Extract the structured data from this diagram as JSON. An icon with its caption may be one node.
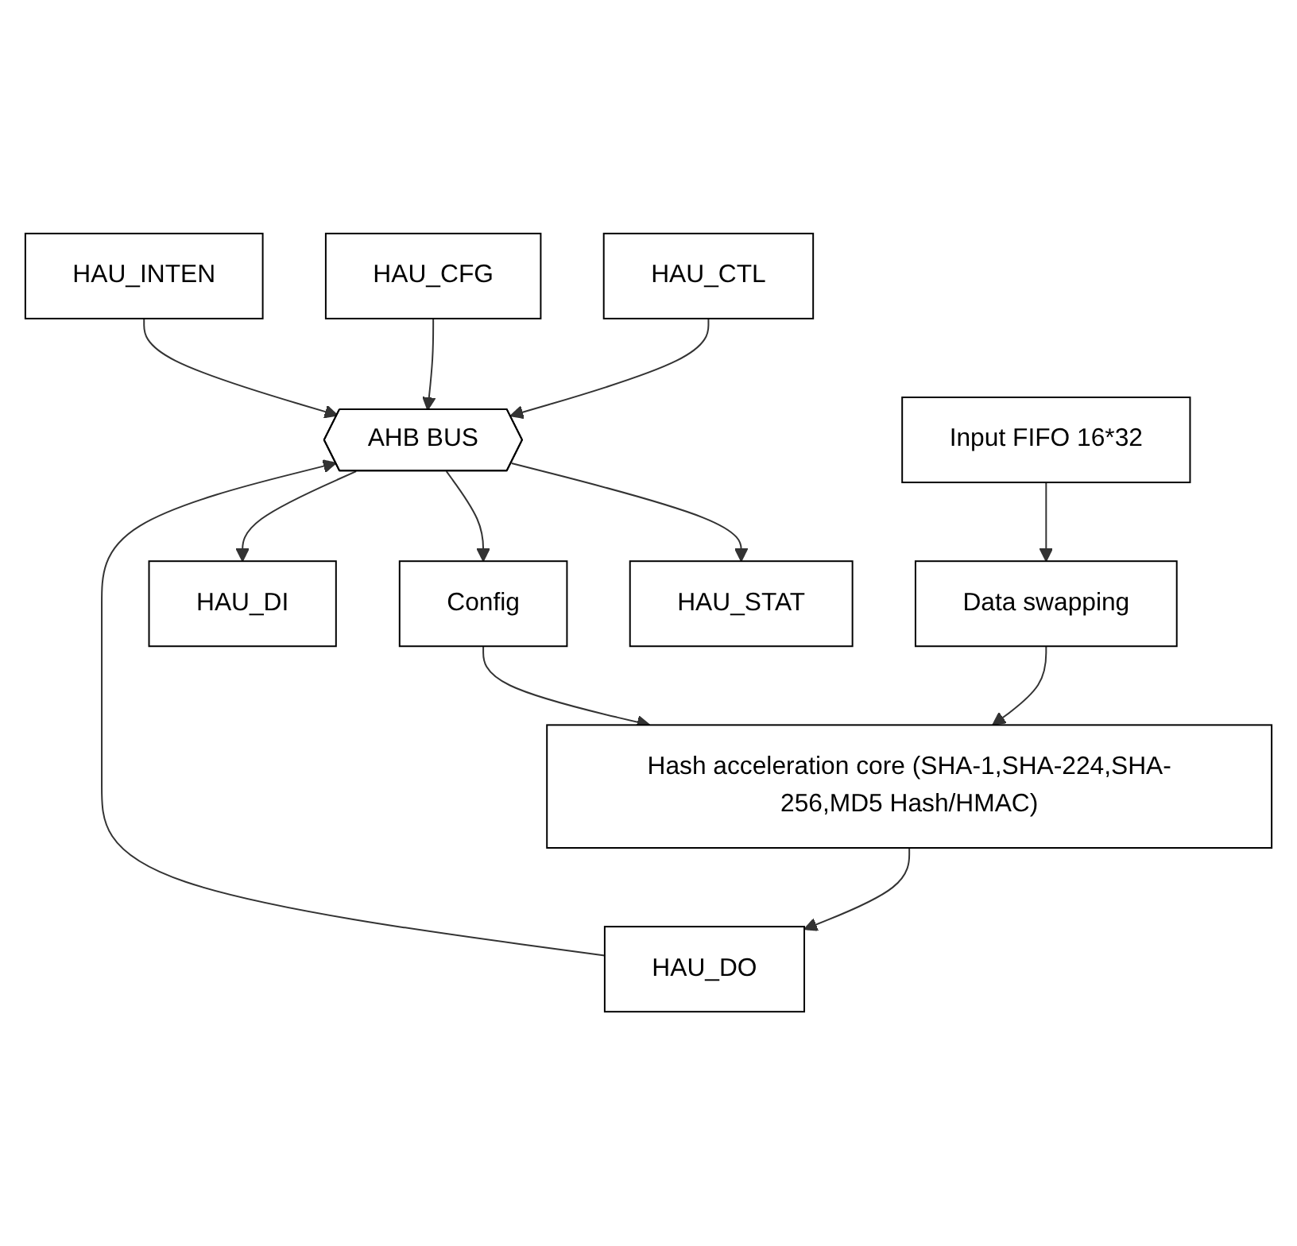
{
  "diagram": {
    "nodes": [
      {
        "text": [
          "HAU_CTL"
        ]
      },
      {
        "text": [
          "HAU_STAT"
        ]
      },
      {
        "text": [
          "HAU_CFG"
        ]
      },
      {
        "text": [
          "HAU_INTEN"
        ]
      },
      {
        "text": [
          "AHB BUS"
        ]
      },
      {
        "text": [
          "HAU_DI"
        ]
      },
      {
        "text": [
          "HAU_DO"
        ]
      },
      {
        "text": [
          "Config"
        ]
      },
      {
        "text": [
          "Input FIFO 16*32"
        ]
      },
      {
        "text": [
          "Data swapping"
        ]
      },
      {
        "text": [
          "Hash acceleration core (SHA-1,SHA-224,SHA-256,MD5 Hash/HMAC)"
        ]
      }
    ],
    "edges": [
      {
        "from": 0,
        "to": 4,
        "arrow": "to"
      },
      {
        "from": 4,
        "to": 1,
        "arrow": "to"
      },
      {
        "from": 2,
        "to": 4,
        "arrow": "to"
      },
      {
        "from": 3,
        "to": 4,
        "arrow": "to"
      },
      {
        "from": 4,
        "to": 7,
        "arrow": "to"
      },
      {
        "from": 4,
        "to": 5,
        "arrow": "to"
      },
      {
        "from": 6,
        "to": 4,
        "arrow": "to"
      },
      {
        "from": 10,
        "to": 6,
        "arrow": "to"
      },
      {
        "from": 7,
        "to": 10,
        "arrow": "to"
      },
      {
        "from": 8,
        "to": 9,
        "arrow": "to"
      },
      {
        "from": 9,
        "to": 10,
        "arrow": "to"
      }
    ]
  }
}
